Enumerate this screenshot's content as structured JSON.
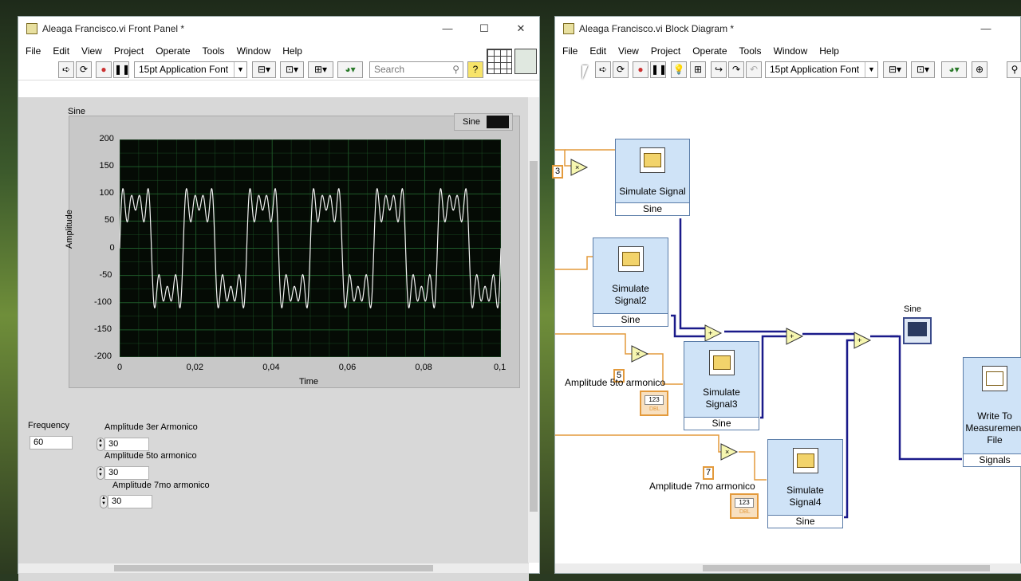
{
  "front_panel": {
    "title": "Aleaga Francisco.vi Front Panel *",
    "menu": [
      "File",
      "Edit",
      "View",
      "Project",
      "Operate",
      "Tools",
      "Window",
      "Help"
    ],
    "font_select": "15pt Application Font",
    "search_placeholder": "Search",
    "graph": {
      "label": "Sine",
      "legend_label": "Sine",
      "ylabel": "Amplitude",
      "xlabel": "Time",
      "yticks": [
        "200",
        "150",
        "100",
        "50",
        "0",
        "-50",
        "-100",
        "-150",
        "-200"
      ],
      "xticks": [
        "0",
        "0,02",
        "0,04",
        "0,06",
        "0,08",
        "0,1"
      ]
    },
    "frequency": {
      "label": "Frequency",
      "value": "60"
    },
    "amp3": {
      "label": "Amplitude 3er Armonico",
      "value": "30"
    },
    "amp5": {
      "label": "Amplitude 5to armonico",
      "value": "30"
    },
    "amp7": {
      "label": "Amplitude 7mo armonico",
      "value": "30"
    }
  },
  "block_diagram": {
    "title": "Aleaga Francisco.vi Block Diagram *",
    "menu": [
      "File",
      "Edit",
      "View",
      "Project",
      "Operate",
      "Tools",
      "Window",
      "Help"
    ],
    "font_select": "15pt Application Font",
    "nodes": {
      "sim1": {
        "name": "Simulate Signal",
        "out": "Sine"
      },
      "sim2": {
        "name": "Simulate Signal2",
        "out": "Sine"
      },
      "sim3": {
        "name": "Simulate Signal3",
        "out": "Sine"
      },
      "sim4": {
        "name": "Simulate Signal4",
        "out": "Sine"
      },
      "write": {
        "name": "Write To Measurement File",
        "out": "Signals"
      }
    },
    "const3": "3",
    "const5": "5",
    "const7": "7",
    "label_amp5": "Amplitude 5to armonico",
    "label_amp7": "Amplitude 7mo armonico",
    "graph_terminal_label": "Sine",
    "dbl_text": "DBL",
    "num_text": "123"
  },
  "chart_data": {
    "type": "line",
    "title": "Sine",
    "xlabel": "Time",
    "ylabel": "Amplitude",
    "xlim": [
      0,
      0.1
    ],
    "ylim": [
      -200,
      200
    ],
    "series": [
      {
        "name": "Sine",
        "function": "100*sin(2*pi*60*t)+30*sin(2*pi*180*t)+30*sin(2*pi*300*t)+30*sin(2*pi*420*t)",
        "color": "#f2f2f2"
      }
    ],
    "grid": true,
    "legend": "top-right"
  },
  "colors": {
    "plot_bg": "#050b05",
    "grid": "#1f5a2a",
    "wire_orange": "#e39a3c",
    "wire_blue": "#1a1a8a",
    "subvi_fill": "#cfe3f7"
  }
}
